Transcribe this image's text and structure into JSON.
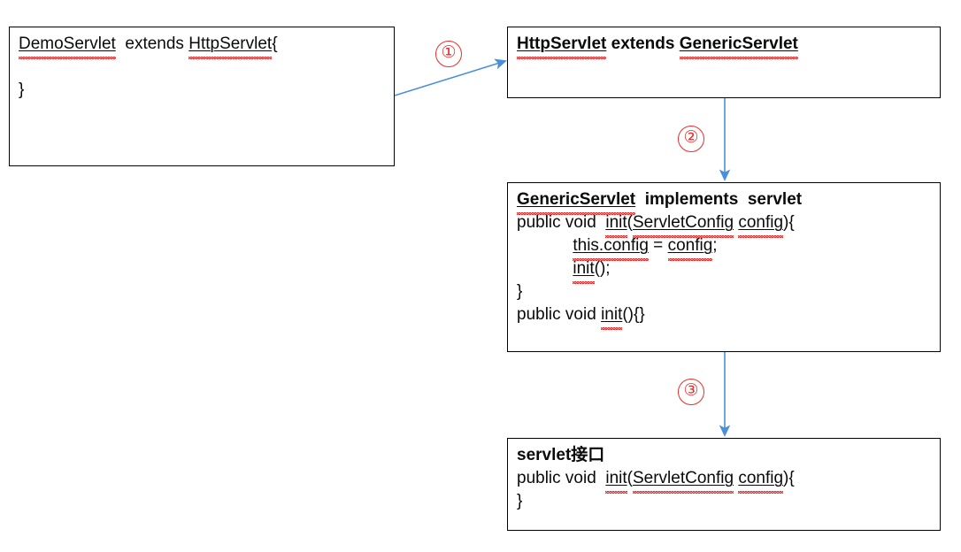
{
  "diagram": {
    "title": "Servlet inheritance hierarchy",
    "accent_color": "#4a90d9",
    "marker_color": "#ee2b2b",
    "box_border_color": "#000000",
    "spellcheck_color": "#e03030",
    "boxes": [
      {
        "id": "demoservlet",
        "name": "DemoServlet",
        "lines": [
          {
            "text": "DemoServlet  extends HttpServlet{",
            "bold": false
          },
          {
            "text": "",
            "bold": false
          },
          {
            "text": "}",
            "bold": false
          }
        ]
      },
      {
        "id": "httpservlet",
        "name": "HttpServlet",
        "lines": [
          {
            "text": "HttpServlet extends GenericServlet",
            "bold": true
          }
        ]
      },
      {
        "id": "genericservlet",
        "name": "GenericServlet",
        "lines": [
          {
            "text": "GenericServlet  implements  servlet",
            "bold": true
          },
          {
            "text": "public void  init(ServletConfig config){",
            "bold": false
          },
          {
            "text": "            this.config = config;",
            "bold": false
          },
          {
            "text": "            init();",
            "bold": false
          },
          {
            "text": "}",
            "bold": false
          },
          {
            "text": "public void init(){}",
            "bold": false
          }
        ]
      },
      {
        "id": "servlet",
        "name": "servlet interface",
        "lines": [
          {
            "text": "servlet接口",
            "bold": true
          },
          {
            "text": "public void  init(ServletConfig config){",
            "bold": false
          },
          {
            "text": "}",
            "bold": false
          }
        ]
      }
    ],
    "markers": [
      {
        "id": "step-1",
        "label": "①"
      },
      {
        "id": "step-2",
        "label": "②"
      },
      {
        "id": "step-3",
        "label": "③"
      }
    ],
    "arrows": [
      {
        "id": "arrow-demo-to-http",
        "from": "demoservlet",
        "to": "httpservlet",
        "marker": "①"
      },
      {
        "id": "arrow-http-to-generic",
        "from": "httpservlet",
        "to": "genericservlet",
        "marker": "②"
      },
      {
        "id": "arrow-generic-to-servlet",
        "from": "genericservlet",
        "to": "servlet",
        "marker": "③"
      }
    ]
  }
}
